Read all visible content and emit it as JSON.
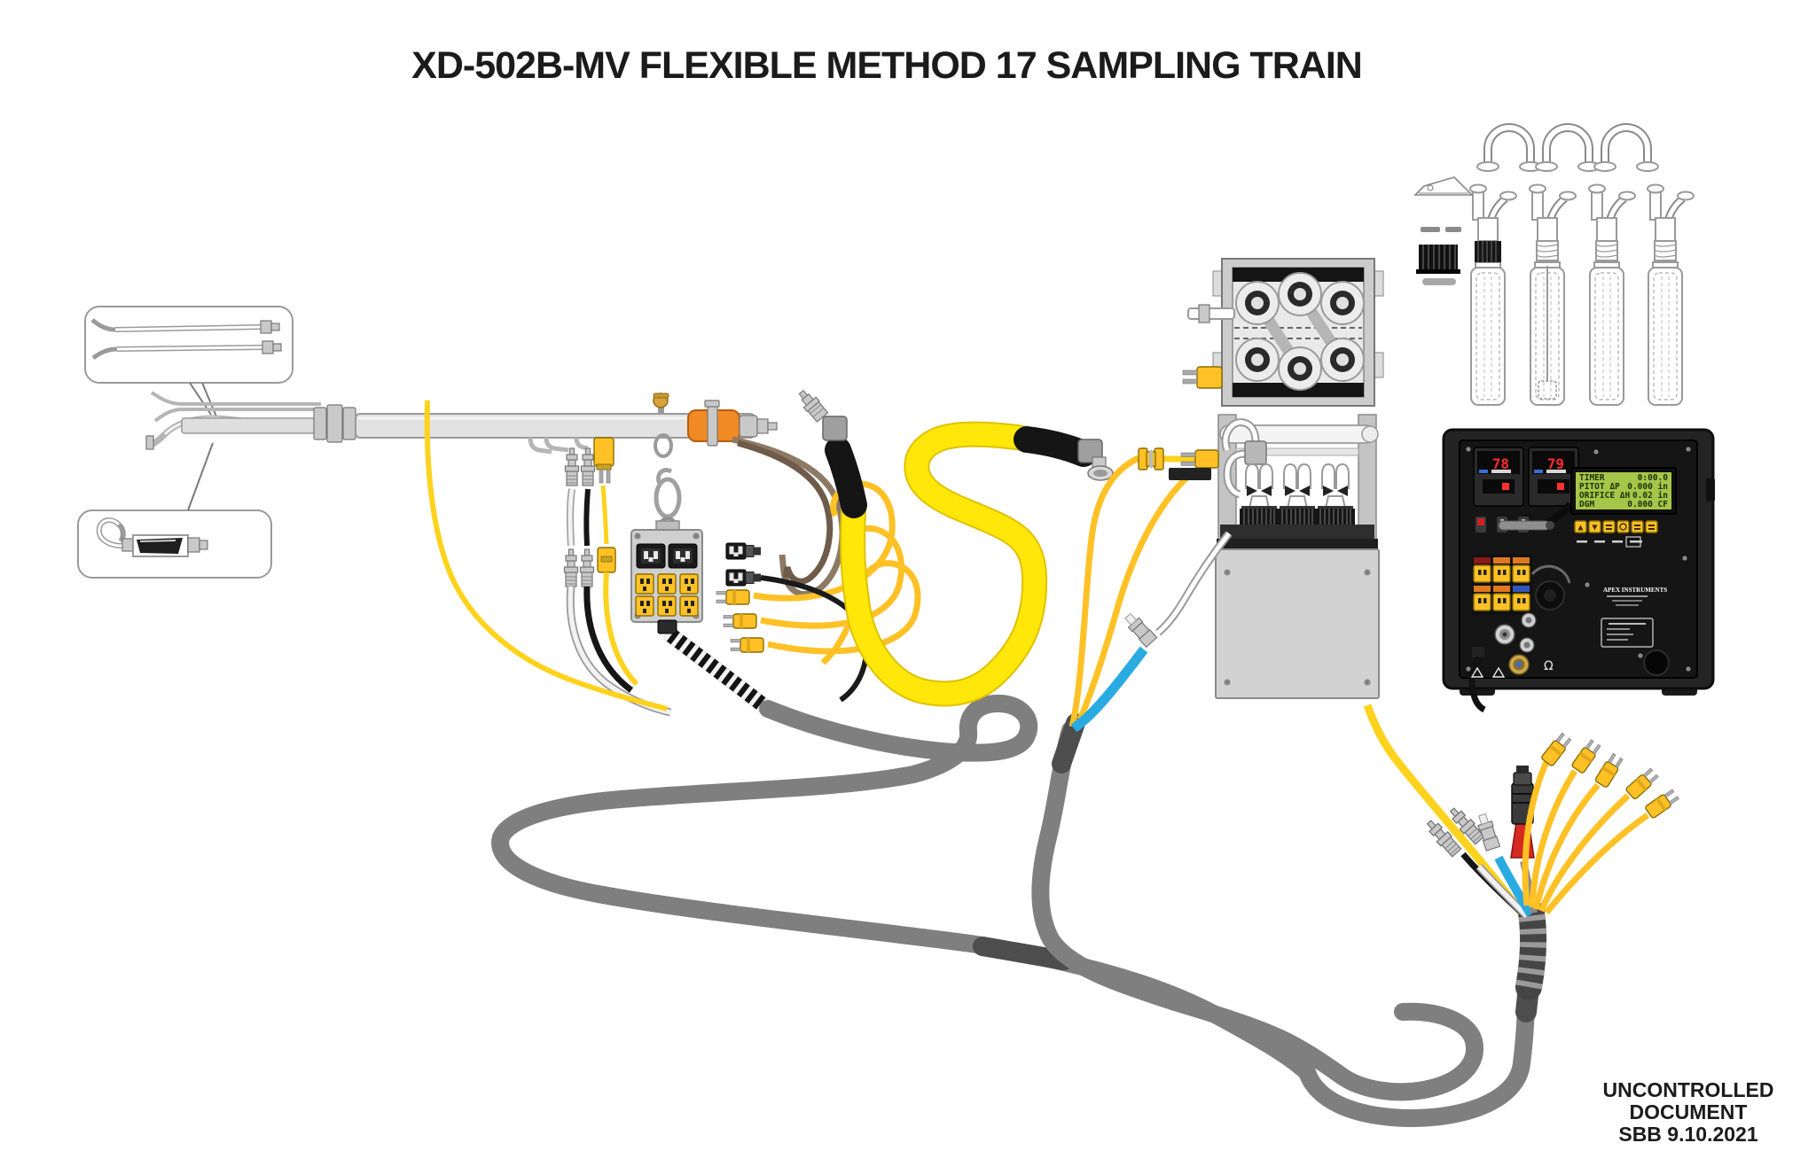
{
  "title": "XD-502B-MV FLEXIBLE METHOD 17 SAMPLING TRAIN",
  "stamp": {
    "line1": "UNCONTROLLED",
    "line2": "DOCUMENT",
    "line3": "SBB 9.10.2021"
  },
  "console": {
    "temp_controllers": {
      "left_value": "78",
      "right_value": "79"
    },
    "lcd_rows": [
      {
        "label": "TIMER",
        "value": "0:00.0"
      },
      {
        "label": "PITOT ΔP",
        "value": "0.000 in"
      },
      {
        "label": "ORIFICE ΔH",
        "value": "0.02 in"
      },
      {
        "label": "DGM",
        "value": "0.000 CF"
      }
    ],
    "keypad": {
      "up": "▲",
      "down": "▼"
    },
    "brand": "APEX INSTRUMENTS",
    "omega": "Ω"
  },
  "colors": {
    "heated_sample_line_yellow": "#FFE608",
    "thermocouple_yellow": "#FFC125",
    "probe_heater_orange": "#F08A24",
    "sample_tube_blue": "#29ABE2",
    "umbilical_gray": "#7F7F7F",
    "cable_brown": "#8C7A66",
    "lcd_green": "#A6C64A",
    "led_red": "#FF2A2A"
  }
}
